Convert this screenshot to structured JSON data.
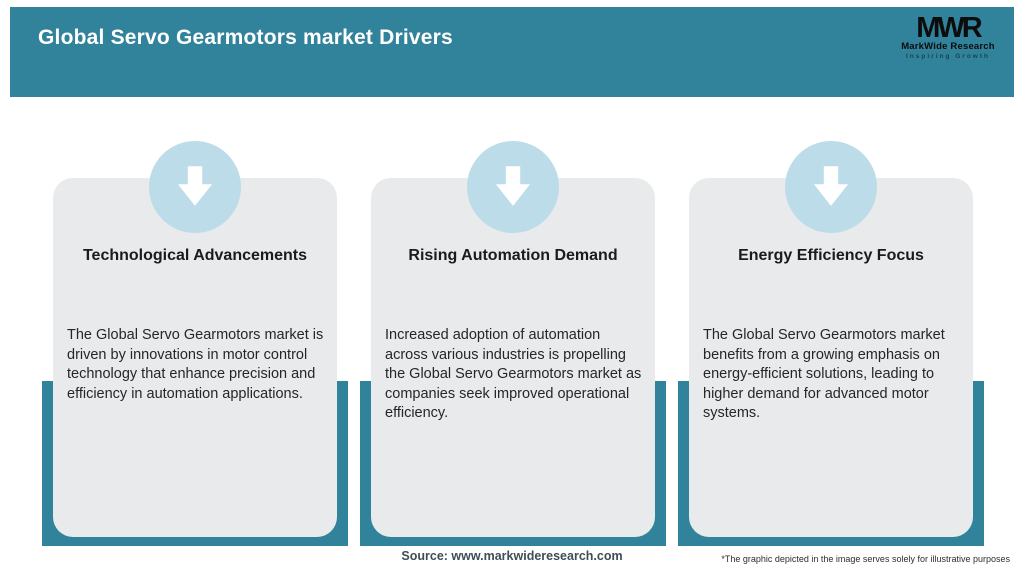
{
  "header": {
    "title": "Global Servo Gearmotors market Drivers"
  },
  "logo": {
    "mark": "MWR",
    "name": "MarkWide Research",
    "tagline": "Inspiring Growth"
  },
  "cards": [
    {
      "icon": "down-arrow-icon",
      "title": "Technological Advancements",
      "body": "The Global Servo Gearmotors market is driven by innovations in motor control technology that enhance precision and efficiency in automation applications."
    },
    {
      "icon": "down-arrow-icon",
      "title": "Rising Automation Demand",
      "body": "Increased adoption of automation across various industries is propelling the Global Servo Gearmotors market as companies seek improved operational efficiency."
    },
    {
      "icon": "down-arrow-icon",
      "title": "Energy Efficiency Focus",
      "body": "The Global Servo Gearmotors market benefits from a growing emphasis on energy-efficient solutions, leading to higher demand for advanced motor systems."
    }
  ],
  "footer": {
    "source": "Source: www.markwideresearch.com",
    "disclaimer": "*The graphic depicted in the image serves solely for illustrative purposes"
  },
  "colors": {
    "teal": "#31829B",
    "circle_blue": "#BCDCE9",
    "card_background": "#E8EAEB",
    "title_text": "#FFFFFF"
  }
}
